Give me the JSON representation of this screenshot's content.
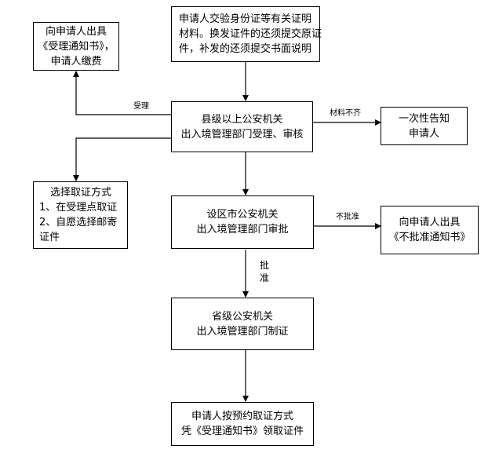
{
  "boxes": {
    "submit": [
      "申请人交验身份证等有关证明",
      "材料。换发证件的还须提交原证",
      "件，补发的还须提交书面说明"
    ],
    "county": [
      "县级以上公安机关",
      "出入境管理部门受理、审核"
    ],
    "notice_accept": [
      "向申请人出具",
      "《受理通知书》，",
      "申请人缴费"
    ],
    "notify_once": [
      "一次性告知",
      "申请人"
    ],
    "pickup_choice": [
      "选择取证方式",
      "1、在受理点取证",
      "2、自愿选择邮寄",
      "证件"
    ],
    "city": [
      "设区市公安机关",
      "出入境管理部门审批"
    ],
    "notice_reject": [
      "向申请人出具",
      "《不批准通知书》"
    ],
    "province": [
      "省级公安机关",
      "出入境管理部门制证"
    ],
    "collect": [
      "申请人按预约取证方式",
      "凭《受理通知书》领取证件"
    ]
  },
  "labels": {
    "accept": "受理",
    "incomplete": "材料不齐",
    "not_approved": "不批准",
    "approved_1": "批",
    "approved_2": "准"
  }
}
